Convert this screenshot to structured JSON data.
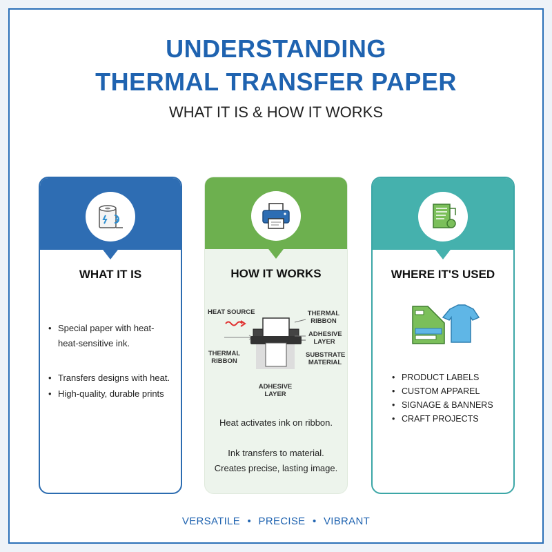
{
  "title_line1": "UNDERSTANDING",
  "title_line2": "THERMAL TRANSFER PAPER",
  "subtitle": "WHAT IT IS & HOW IT WORKS",
  "colors": {
    "blue": "#2e6db3",
    "green": "#6db04f",
    "teal": "#45b1ad"
  },
  "cards": [
    {
      "title": "WHAT IT IS",
      "icon": "paper-roll-icon",
      "bullets": [
        "Special paper with heat-",
        "heat-sensitive ink.",
        "Transfers designs with heat.",
        "High-quality, durable prints"
      ]
    },
    {
      "title": "HOW IT  WORKS",
      "icon": "printer-icon",
      "diagram_labels": {
        "heat_source": "HEAT SOURCE",
        "thermal_ribbon_right": "THERMAL RIBBON",
        "adhesive_layer_right": "ADHESIVE LAYER",
        "thermal_ribbon_left": "THERMAL RIBBON",
        "substrate_material": "SUBSTRATE MATERIAL",
        "adhesive_layer_bottom": "ADHESIVE LAYER"
      },
      "lines": [
        "Heat activates ink on ribbon.",
        "Ink transfers to material.",
        "Creates precise, lasting image."
      ]
    },
    {
      "title": "WHERE IT'S USED",
      "icon": "label-document-icon",
      "bullets": [
        "PRODUCT LABELS",
        "CUSTOM APPAREL",
        "SIGNAGE & BANNERS",
        "CRAFT PROJECTS"
      ]
    }
  ],
  "tagline": [
    "VERSATILE",
    "PRECISE",
    "VIBRANT"
  ],
  "tagline_separator": "•"
}
